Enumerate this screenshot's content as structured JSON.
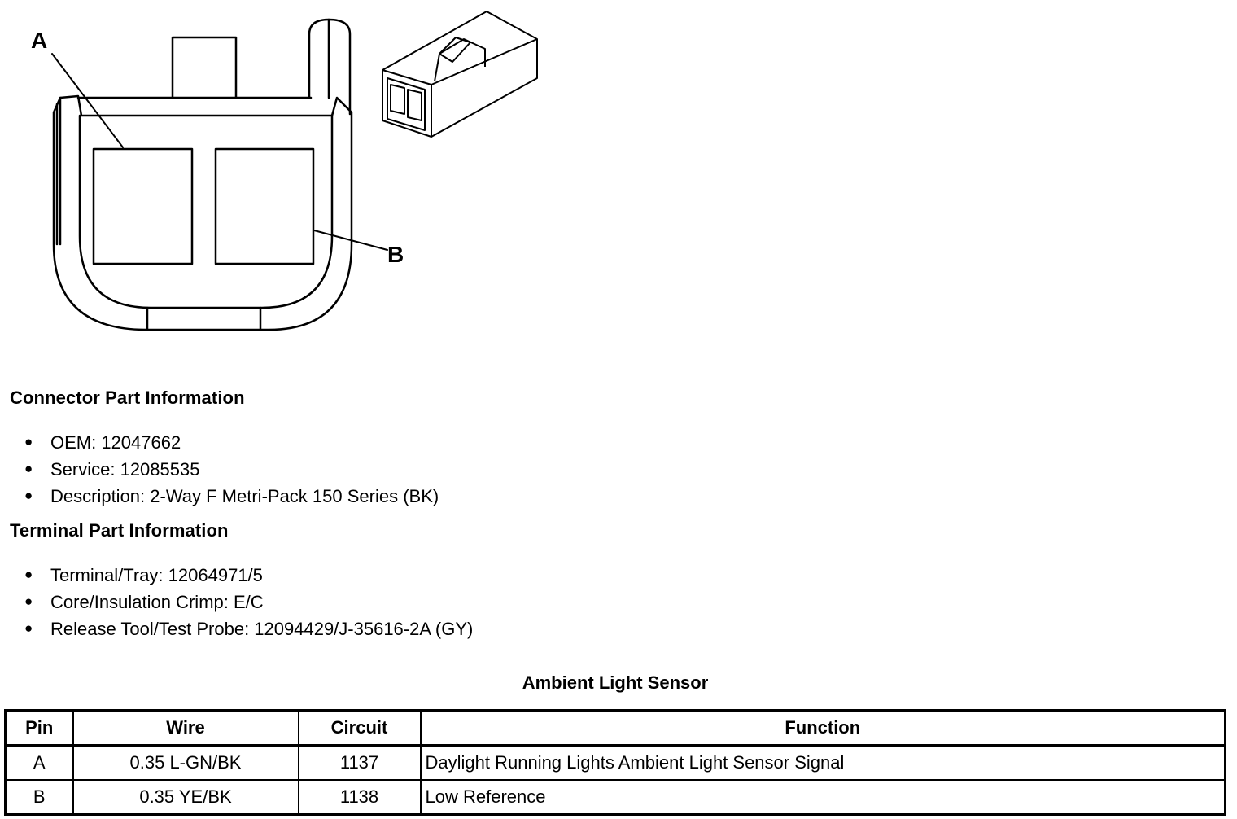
{
  "diagram": {
    "callouts": {
      "a": "A",
      "b": "B"
    }
  },
  "connector_info": {
    "heading": "Connector Part Information",
    "items": [
      "OEM: 12047662",
      "Service: 12085535",
      "Description: 2-Way F Metri-Pack 150 Series (BK)"
    ]
  },
  "terminal_info": {
    "heading": "Terminal Part Information",
    "items": [
      "Terminal/Tray: 12064971/5",
      "Core/Insulation Crimp: E/C",
      "Release Tool/Test Probe: 12094429/J-35616-2A (GY)"
    ]
  },
  "table": {
    "title": "Ambient Light Sensor",
    "headers": {
      "pin": "Pin",
      "wire": "Wire",
      "circuit": "Circuit",
      "function": "Function"
    },
    "rows": [
      {
        "pin": "A",
        "wire": "0.35 L-GN/BK",
        "circuit": "1137",
        "function": "Daylight Running Lights Ambient Light Sensor Signal"
      },
      {
        "pin": "B",
        "wire": "0.35 YE/BK",
        "circuit": "1138",
        "function": "Low Reference"
      }
    ]
  }
}
